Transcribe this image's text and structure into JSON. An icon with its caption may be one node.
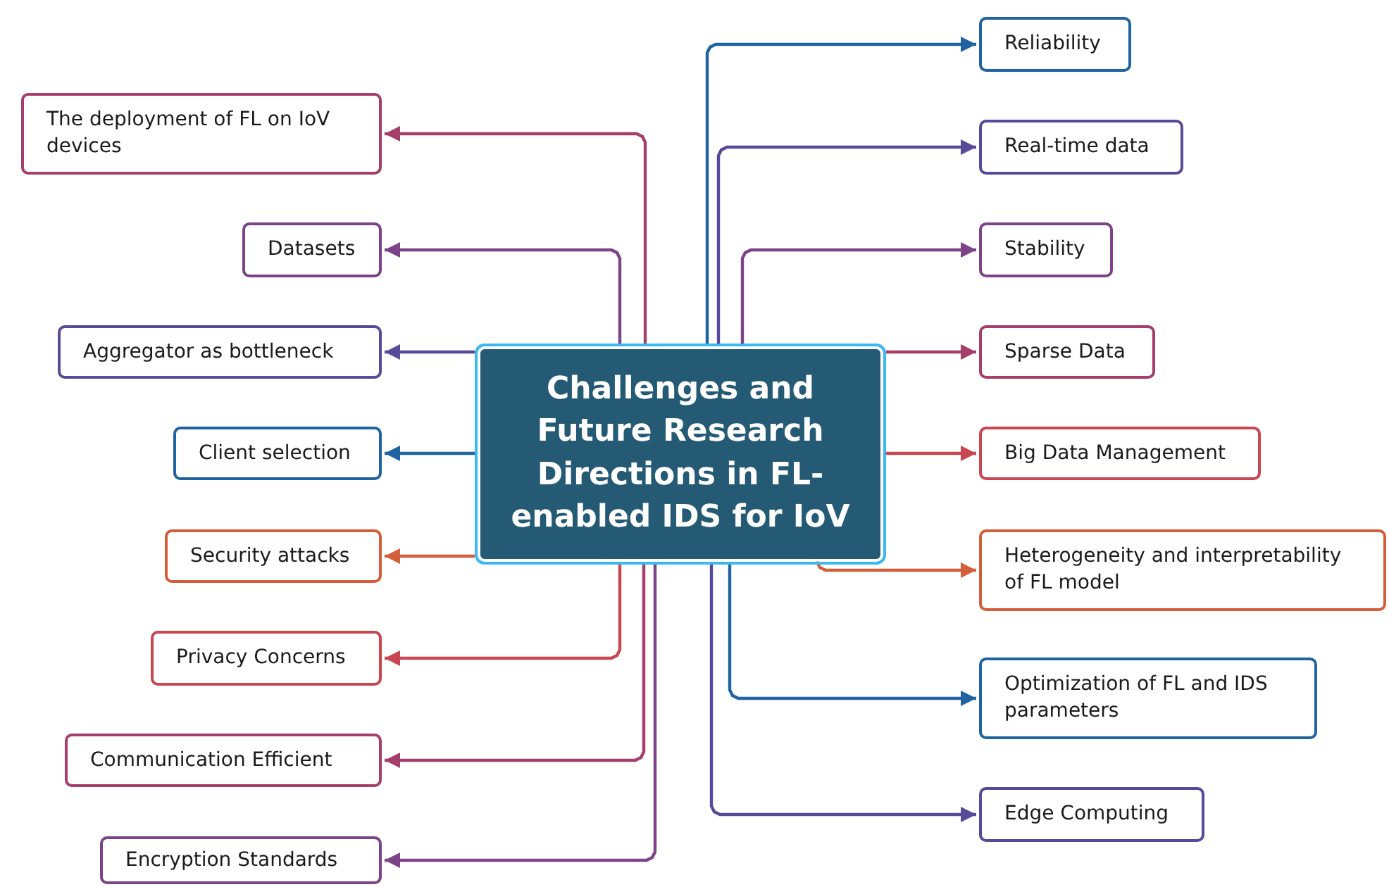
{
  "diagram": {
    "nodes": [
      {
        "text": [
          "Challenges and Future Research Directions in FL-enabled IDS for IoV"
        ]
      },
      {
        "text": [
          "The deployment of FL on IoV devices"
        ]
      },
      {
        "text": [
          "Reliability"
        ]
      },
      {
        "text": [
          "Real-time data"
        ]
      },
      {
        "text": [
          "Datasets"
        ]
      },
      {
        "text": [
          "Stability"
        ]
      },
      {
        "text": [
          "Aggregator as bottleneck"
        ]
      },
      {
        "text": [
          "Sparse Data"
        ]
      },
      {
        "text": [
          "Client selection"
        ]
      },
      {
        "text": [
          "Big Data Management"
        ]
      },
      {
        "text": [
          "Security attacks"
        ]
      },
      {
        "text": [
          "Heterogeneity and interpretability of FL model"
        ]
      },
      {
        "text": [
          "Privacy Concerns"
        ]
      },
      {
        "text": [
          "Optimization of FL and IDS parameters"
        ]
      },
      {
        "text": [
          "Communication Efficient"
        ]
      },
      {
        "text": [
          "Edge Computing"
        ]
      },
      {
        "text": [
          "Encryption Standards"
        ]
      }
    ],
    "edges": [
      {
        "from": 0,
        "to": 1,
        "arrow": "to",
        "color": "#a63e6a"
      },
      {
        "from": 0,
        "to": 2,
        "arrow": "to",
        "color": "#1f64a0"
      },
      {
        "from": 0,
        "to": 3,
        "arrow": "to",
        "color": "#574a9a"
      },
      {
        "from": 0,
        "to": 4,
        "arrow": "to",
        "color": "#7d4389"
      },
      {
        "from": 0,
        "to": 5,
        "arrow": "to",
        "color": "#7d4389"
      },
      {
        "from": 0,
        "to": 6,
        "arrow": "to",
        "color": "#574a9a"
      },
      {
        "from": 0,
        "to": 7,
        "arrow": "to",
        "color": "#a63e6a"
      },
      {
        "from": 0,
        "to": 8,
        "arrow": "to",
        "color": "#1f64a0"
      },
      {
        "from": 0,
        "to": 9,
        "arrow": "to",
        "color": "#c8464f"
      },
      {
        "from": 0,
        "to": 10,
        "arrow": "to",
        "color": "#d35f3a"
      },
      {
        "from": 0,
        "to": 11,
        "arrow": "to",
        "color": "#d35f3a"
      },
      {
        "from": 0,
        "to": 12,
        "arrow": "to",
        "color": "#c8464f"
      },
      {
        "from": 0,
        "to": 13,
        "arrow": "to",
        "color": "#1f64a0"
      },
      {
        "from": 0,
        "to": 14,
        "arrow": "to",
        "color": "#a63e6a"
      },
      {
        "from": 0,
        "to": 15,
        "arrow": "to",
        "color": "#574a9a"
      },
      {
        "from": 0,
        "to": 16,
        "arrow": "to",
        "color": "#7d4389"
      }
    ]
  }
}
